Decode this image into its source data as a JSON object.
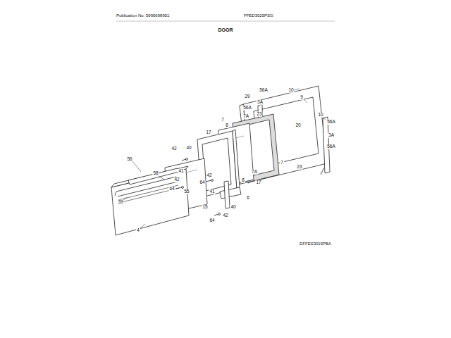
{
  "diagram": {
    "title": "DOOR",
    "labels": [
      "Publication No: 5995698951",
      "FFED3025PSG",
      "56A",
      "10",
      "29",
      "3A",
      "9",
      "56A",
      "7A",
      "23",
      "7",
      "10",
      "8",
      "56A",
      "20",
      "3A",
      "17",
      "56A",
      "42",
      "40",
      "7",
      "56",
      "23",
      "7A",
      "58",
      "41",
      "42",
      "64",
      "55",
      "42",
      "64",
      "8",
      "17",
      "41",
      "6",
      "39",
      "15",
      "40",
      "42",
      "64",
      "4",
      "DFFES3015PBA"
    ]
  }
}
